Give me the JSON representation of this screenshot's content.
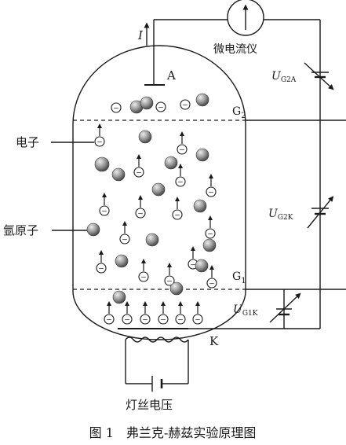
{
  "labels": {
    "current": "I",
    "meter": "微电流仪",
    "anode": "A",
    "grid2": "G",
    "grid2_sub": "2",
    "grid1": "G",
    "grid1_sub": "1",
    "cathode": "K",
    "electron": "电子",
    "atom": "氩原子",
    "heater": "灯丝电压",
    "u_g2a_main": "U",
    "u_g2a_sub": "G2A",
    "u_g2k_main": "U",
    "u_g2k_sub": "G2K",
    "u_g1k_main": "U",
    "u_g1k_sub": "G1K",
    "electron_sign": "−"
  },
  "caption": "图 1　弗兰克-赫兹实验原理图",
  "icons": [
    "ammeter-icon",
    "variable-resistor-icon",
    "battery-icon",
    "filament-icon"
  ],
  "colors": {
    "ink": "#1a1a1a",
    "atom_light": "#e6e6e6",
    "atom_dark": "#5a5a5a"
  }
}
